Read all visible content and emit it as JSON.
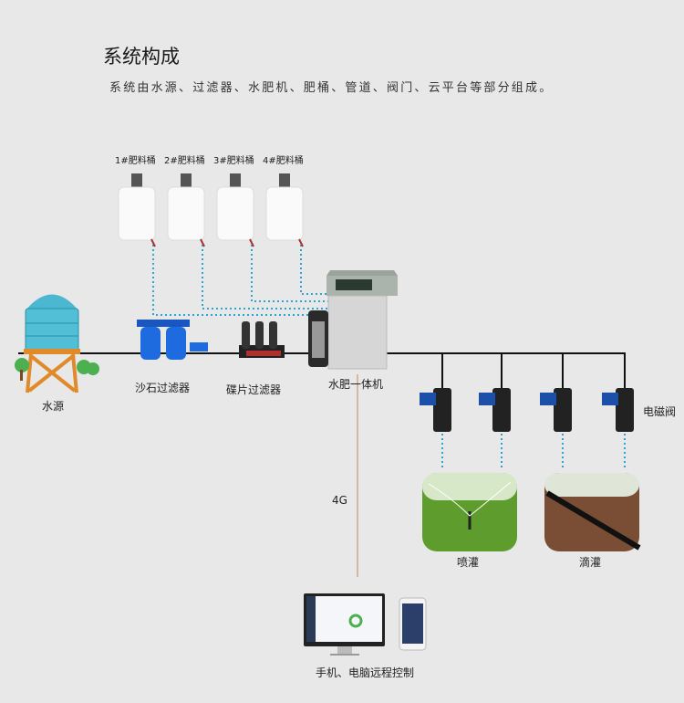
{
  "title": "系统构成",
  "subtitle": "系统由水源、过滤器、水肥机、肥桶、管道、阀门、云平台等部分组成。",
  "tanks": [
    "1#肥料桶",
    "2#肥料桶",
    "3#肥料桶",
    "4#肥料桶"
  ],
  "components": {
    "water_source": "水源",
    "sand_filter": "沙石过滤器",
    "disc_filter": "碟片过滤器",
    "machine": "水肥一体机",
    "valve": "电磁阀",
    "sprinkler": "喷灌",
    "drip": "滴灌",
    "network": "4G",
    "remote": "手机、电脑远程控制"
  },
  "colors": {
    "pipe": "#111111",
    "dotted_line": "#2aa6d6",
    "signal_line": "#c9a98a",
    "background": "#e8e8e8"
  }
}
